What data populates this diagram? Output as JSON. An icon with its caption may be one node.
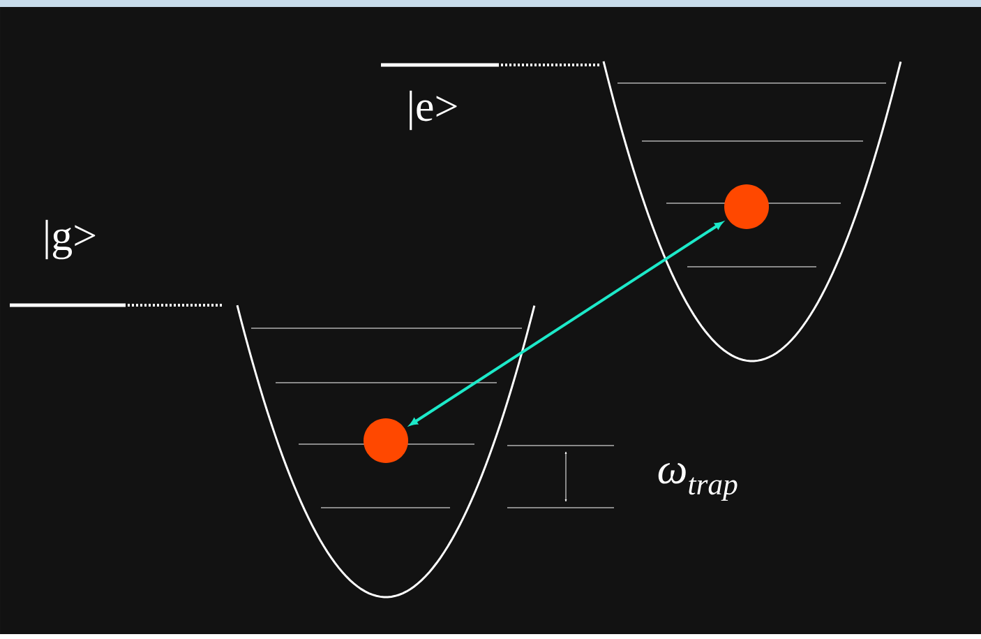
{
  "diagram": {
    "nodes": [
      {
        "text": [],
        "shape": "circle"
      },
      {
        "text": [],
        "shape": "circle"
      }
    ],
    "edges": [
      {
        "from": 0,
        "to": 1,
        "arrow": "both",
        "color": "#1de9c9"
      }
    ],
    "labels": [
      "|e>",
      "|g>",
      "ω$_{trap}$"
    ]
  }
}
